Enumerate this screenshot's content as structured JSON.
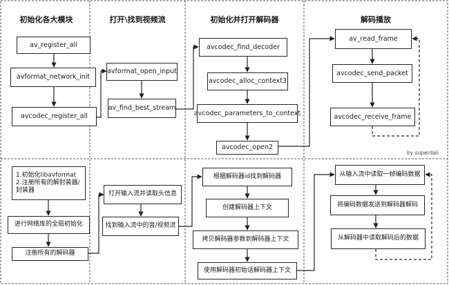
{
  "columns": [
    {
      "title": "初始化各大模块"
    },
    {
      "title": "打开\\找到视频流"
    },
    {
      "title": "初始化并打开解码器"
    },
    {
      "title": "解码播放"
    }
  ],
  "api_boxes": {
    "col1": [
      "av_register_all",
      "avformat_network_init",
      "avcodec_register_all"
    ],
    "col2": [
      "avformat_open_input",
      "av_find_best_stream"
    ],
    "col3": [
      "avcodec_find_decoder",
      "avcodec_alloc_context3",
      "avcodec_parameters_to_context",
      "avcodec_open2"
    ],
    "col4": [
      "av_read_frame",
      "avcodec_send_packet",
      "avcodec_receive_frame"
    ]
  },
  "zh_boxes": {
    "col1": [
      "1.初始化libavformat\n2.注册所有的解封装器/\n封装器",
      "进行网络库的全局初始化",
      "注册所有的解码器"
    ],
    "col2": [
      "打开输入流并读取头信息",
      "找到输入流中的音/视频流"
    ],
    "col3": [
      "根据解码器id找到解码器",
      "创建解码器上下文",
      "拷贝解码器参数到解码器上下文",
      "使用解码器初始话解码器上下文"
    ],
    "col4": [
      "从输入流中读取一帧编码数据",
      "将编码数据发送到解码器解码",
      "从解码器中读取解码后的数据"
    ]
  },
  "credit": "by superdali",
  "colors": {
    "line": "#222222",
    "divider": "#555555",
    "background": "#ffffff"
  }
}
